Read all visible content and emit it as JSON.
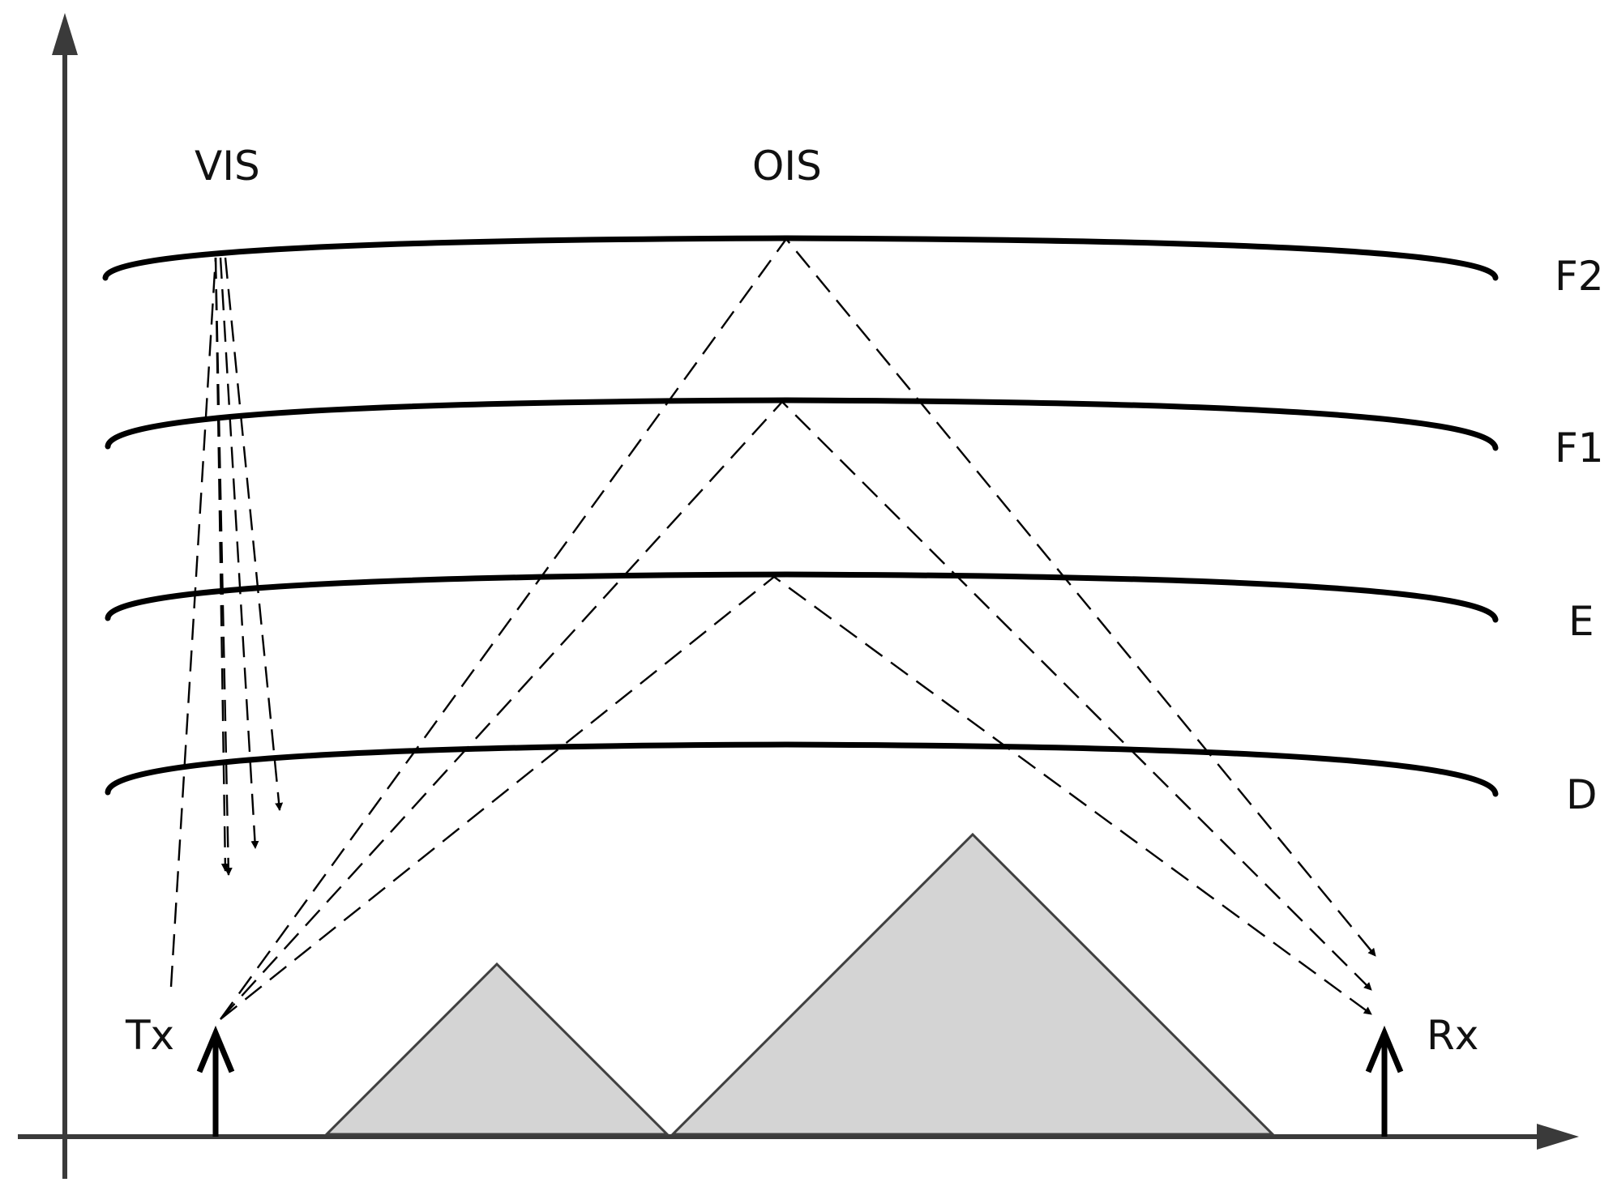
{
  "labels": {
    "vis": "VIS",
    "ois": "OIS",
    "tx": "Tx",
    "rx": "Rx"
  },
  "layers": [
    "F2",
    "F1",
    "E",
    "D"
  ],
  "colors": {
    "mountain_fill": "#d4d4d4",
    "axis": "#3a3a3a",
    "lines": "#000000"
  }
}
